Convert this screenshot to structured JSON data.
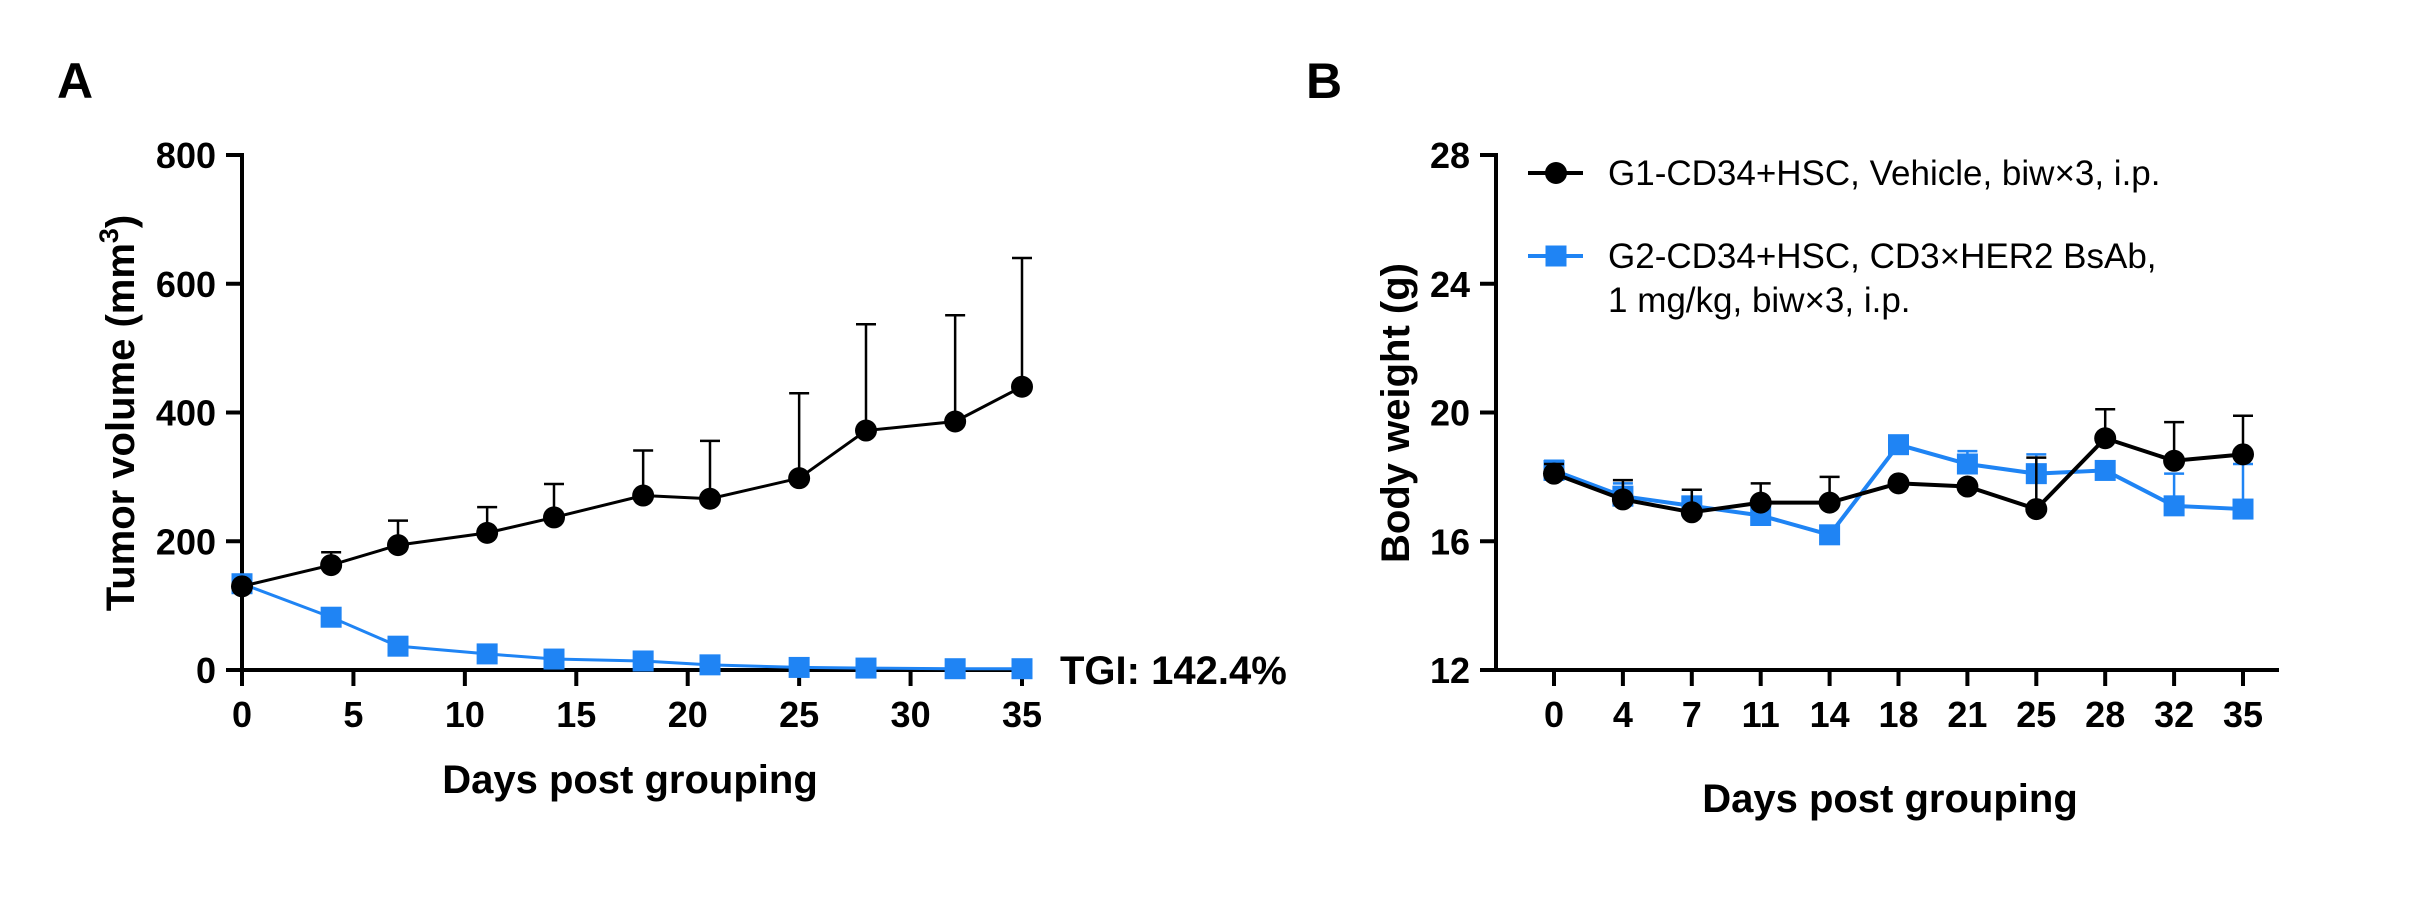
{
  "colors": {
    "g1": "#000000",
    "g2": "#1f84f4"
  },
  "chart_data": [
    {
      "panel": "A",
      "type": "line",
      "ylabel_main": "Tumor volume (mm",
      "ylabel_sup": "3",
      "ylabel_close": ")",
      "xlabel": "Days post grouping",
      "xlim": [
        0,
        35
      ],
      "ylim": [
        0,
        800
      ],
      "xticks": [
        0,
        5,
        10,
        15,
        20,
        25,
        30,
        35
      ],
      "yticks": [
        0,
        200,
        400,
        600,
        800
      ],
      "x": [
        0,
        4,
        7,
        11,
        14,
        18,
        21,
        25,
        28,
        32,
        35
      ],
      "annotation": "TGI: 142.4%",
      "series": [
        {
          "key": "g1",
          "marker": "circle",
          "values": [
            130,
            163,
            194,
            213,
            237,
            271,
            266,
            298,
            372,
            386,
            440
          ],
          "error": [
            0,
            20,
            38,
            40,
            52,
            70,
            90,
            132,
            165,
            165,
            200
          ]
        },
        {
          "key": "g2",
          "marker": "square",
          "values": [
            134,
            82,
            37,
            25,
            17,
            14,
            8,
            4,
            3,
            2,
            2
          ],
          "error": [
            0,
            0,
            0,
            0,
            0,
            0,
            0,
            0,
            0,
            0,
            0
          ]
        }
      ]
    },
    {
      "panel": "B",
      "type": "line",
      "ylabel": "Body weight (g)",
      "xlabel": "Days post grouping",
      "ylim": [
        12,
        28
      ],
      "yticks": [
        12,
        16,
        20,
        24,
        28
      ],
      "categories": [
        "0",
        "4",
        "7",
        "11",
        "14",
        "18",
        "21",
        "25",
        "28",
        "32",
        "35"
      ],
      "legend_position": "top-left",
      "series": [
        {
          "key": "g1",
          "marker": "circle",
          "name": [
            "G1-CD34+HSC, Vehicle, biw×3, i.p."
          ],
          "values": [
            18.1,
            17.3,
            16.9,
            17.2,
            17.2,
            17.8,
            17.7,
            17.0,
            19.2,
            18.5,
            18.7
          ],
          "error": [
            0.3,
            0.6,
            0.7,
            0.6,
            0.8,
            0,
            0,
            1.6,
            0.9,
            1.2,
            1.2
          ]
        },
        {
          "key": "g2",
          "marker": "square",
          "name": [
            "G2-CD34+HSC, CD3×HER2 BsAb,",
            "1 mg/kg, biw×3, i.p."
          ],
          "values": [
            18.2,
            17.4,
            17.1,
            16.8,
            16.2,
            19.0,
            18.4,
            18.1,
            18.2,
            17.1,
            17.0
          ],
          "error": [
            0.3,
            0.4,
            0.5,
            0.5,
            0,
            0,
            0.4,
            0.6,
            0,
            1.0,
            1.4
          ]
        }
      ]
    }
  ]
}
